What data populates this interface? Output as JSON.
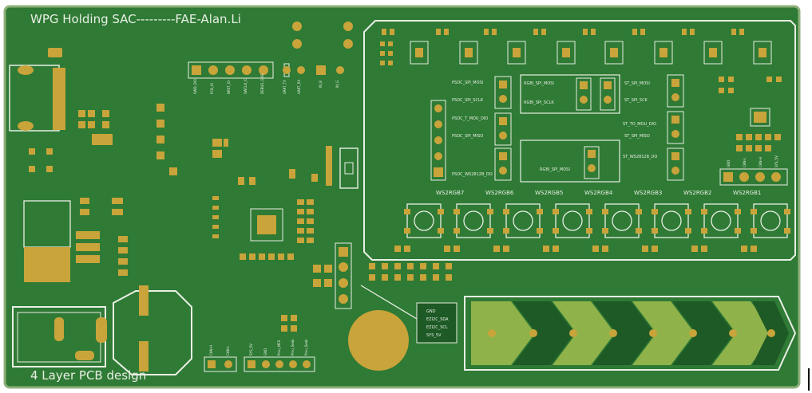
{
  "board": {
    "title": "WPG Holding SAC---------FAE-Alan.Li",
    "footer": "4 Layer PCB design",
    "colors": {
      "board": "#2f7a35",
      "border": "#8fb07a",
      "pad": "#c9a43a",
      "silk": "#e9efe4",
      "dark_green": "#1d5a25",
      "slider_light": "#8fb34a"
    }
  },
  "header_pins": {
    "labels": [
      "SWD_DIO",
      "PCB_IO",
      "NRST_IO",
      "SWCLK_IO",
      "DEBUG_GND"
    ],
    "uart": [
      "UART_TX",
      "UART_RX"
    ],
    "in": [
      "IN_B",
      "IN_G"
    ]
  },
  "right_panel": {
    "left_signals": [
      "PSOC_SPI_MOSI",
      "PSOC_SPI_SCLK",
      "PSOC_T_MOU_DIO",
      "PSOC_SPI_MISO",
      "PSOC_WS2812B_DO"
    ],
    "mid_signals": [
      "RGBI_SPI_MOSI",
      "RGBI_SPI_SCLK"
    ],
    "mid_bottom_signal": "RGBI_SPI_MOSI",
    "right_signals": [
      "ST_SPI_MOSI",
      "ST_SPI_SCK",
      "ST_TO_MOU_DIO",
      "ST_SPI_MISO",
      "ST_WS2812B_DO"
    ],
    "rgb_labels": [
      "WS2RGB7",
      "WS2RGB6",
      "WS2RGB5",
      "WS2RGB4",
      "WS2RGB3",
      "WS2RGB2",
      "WS2RGB1"
    ],
    "connector_pins": [
      "GND",
      "CAN-L",
      "CAN-H",
      "SYS_5V"
    ]
  },
  "i2c_box": {
    "lines": [
      "GND",
      "EZI2C_SDA",
      "EZI2C_SCL",
      "SYS_5V"
    ]
  },
  "bottom_pins": {
    "can": [
      "CAN-H",
      "CAN-L"
    ],
    "others": [
      "SYS_5V",
      "GND",
      "Pmu_MES",
      "Pmu_Seak",
      "Pmu_Seak"
    ]
  }
}
